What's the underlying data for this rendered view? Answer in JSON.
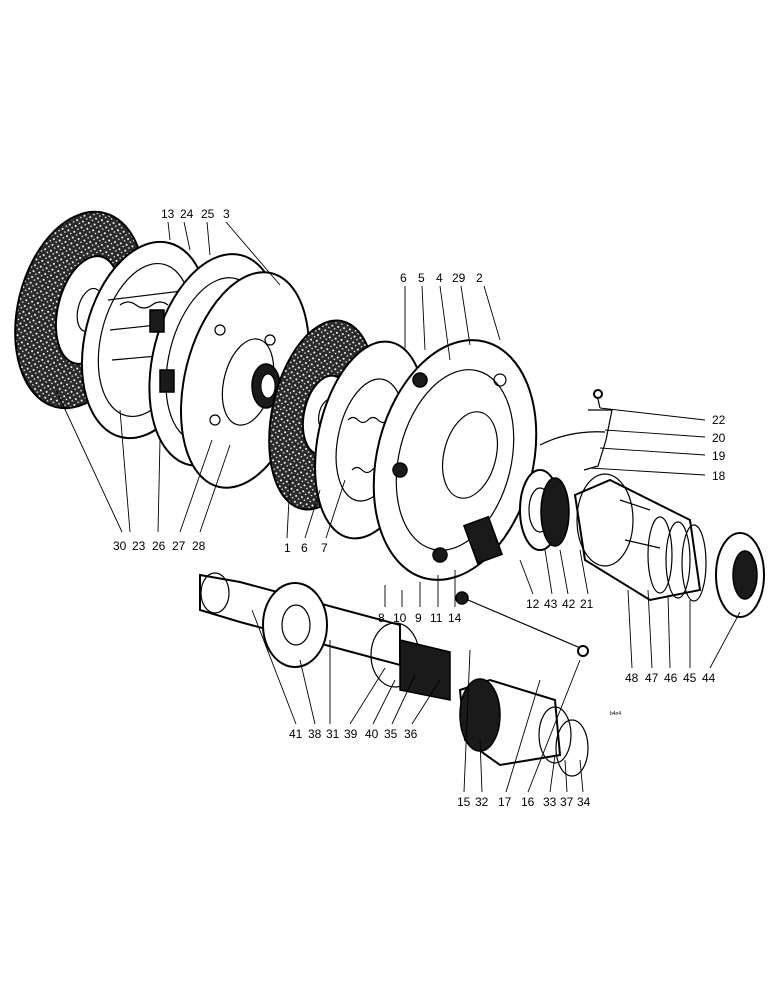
{
  "callouts": {
    "top_left": [
      "13",
      "24",
      "25",
      "3"
    ],
    "left_bottom": [
      "30",
      "23",
      "26",
      "27",
      "28"
    ],
    "mid_bottom": [
      "1",
      "6",
      "7"
    ],
    "mid_top": [
      "6",
      "5",
      "4",
      "29",
      "2"
    ],
    "linkage": [
      "22",
      "20",
      "19",
      "18"
    ],
    "plate_bottom": [
      "8",
      "10",
      "9",
      "11",
      "14"
    ],
    "bearing": [
      "12",
      "43",
      "42",
      "21"
    ],
    "housing": [
      "48",
      "47",
      "46",
      "45",
      "44"
    ],
    "shaft": [
      "41",
      "38",
      "31",
      "39",
      "40",
      "35",
      "36"
    ],
    "coupling": [
      "15",
      "32",
      "17",
      "16",
      "33",
      "37",
      "34"
    ]
  },
  "stamp": "b4n4"
}
